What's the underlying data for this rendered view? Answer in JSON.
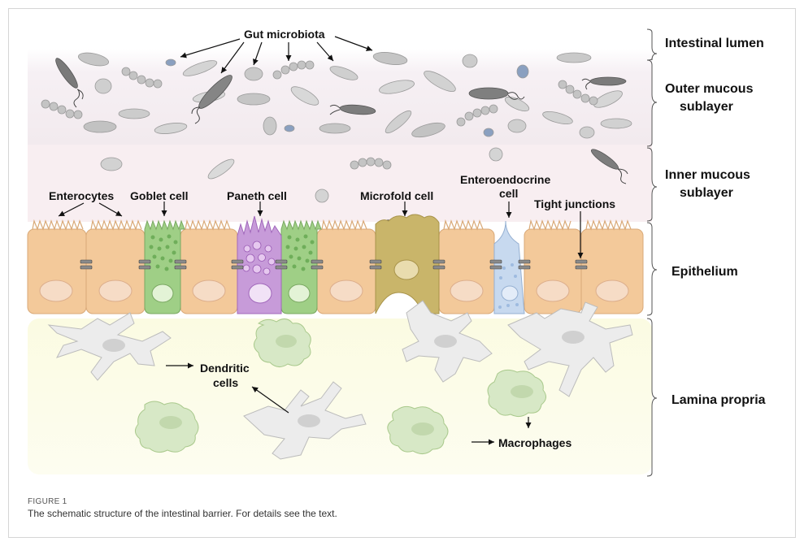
{
  "figure": {
    "label": "FIGURE 1",
    "caption": "The schematic structure of the intestinal barrier. For details see the text."
  },
  "layers": {
    "lumen": "Intestinal lumen",
    "outer_1": "Outer mucous",
    "outer_2": "sublayer",
    "inner_1": "Inner mucous",
    "inner_2": "sublayer",
    "epithelium": "Epithelium",
    "lamina": "Lamina propria"
  },
  "labels": {
    "microbiota": "Gut microbiota",
    "enterocytes": "Enterocytes",
    "goblet": "Goblet cell",
    "paneth": "Paneth cell",
    "microfold": "Microfold cell",
    "entero_1": "Enteroendocrine",
    "entero_2": "cell",
    "tight": "Tight junctions",
    "dendritic_1": "Dendritic",
    "dendritic_2": "cells",
    "macrophages": "Macrophages"
  },
  "colors": {
    "outer_mucus": "#f4eef2",
    "inner_mucus": "#f7eef0",
    "lamina": "#fbfbe0",
    "enterocyte": "#f3c99a",
    "goblet": "#9fcf86",
    "paneth": "#c79bd9",
    "microfold": "#c9b56a",
    "enteroendocrine": "#c7d9ef",
    "bacteria": "#c8c8c8",
    "macrophage": "#d7e8c6"
  }
}
